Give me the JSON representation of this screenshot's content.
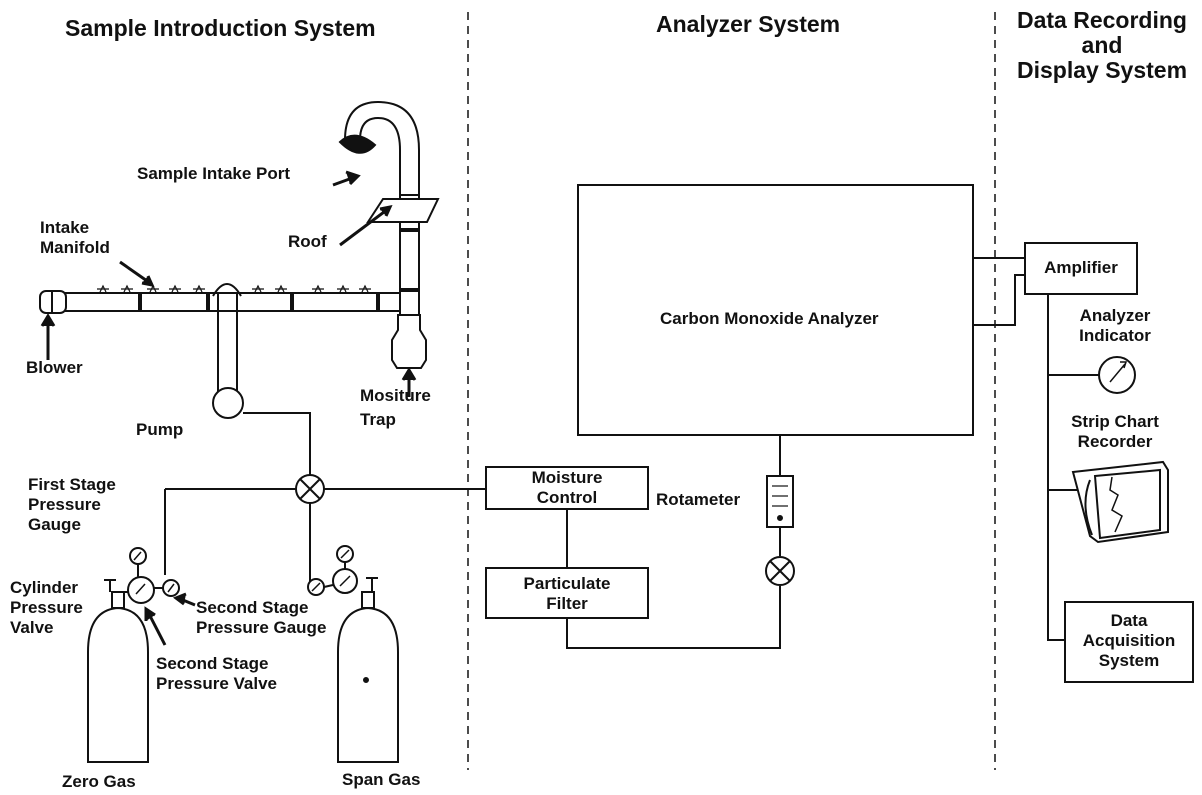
{
  "headers": {
    "sample_intro": "Sample Introduction System",
    "analyzer": "Analyzer System",
    "data_rec_1": "Data Recording",
    "data_rec_2": "and",
    "data_rec_3": "Display System"
  },
  "labels": {
    "sample_intake_port": "Sample Intake Port",
    "intake_1": "Intake",
    "intake_2": "Manifold",
    "roof": "Roof",
    "blower": "Blower",
    "moisture_trap_1": "Mositure",
    "moisture_trap_2": "Trap",
    "pump": "Pump",
    "first_stage_1": "First Stage",
    "first_stage_2": "Pressure",
    "first_stage_3": "Gauge",
    "cylinder_1": "Cylinder",
    "cylinder_2": "Pressure",
    "cylinder_3": "Valve",
    "second_gauge_1": "Second Stage",
    "second_gauge_2": "Pressure Gauge",
    "second_valve_1": "Second Stage",
    "second_valve_2": "Pressure Valve",
    "zero_gas": "Zero Gas",
    "span_gas": "Span Gas",
    "moisture_control_1": "Moisture",
    "moisture_control_2": "Control",
    "particulate_1": "Particulate",
    "particulate_2": "Filter",
    "rotameter": "Rotameter",
    "co_analyzer": "Carbon Monoxide Analyzer",
    "amplifier": "Amplifier",
    "analyzer_ind_1": "Analyzer",
    "analyzer_ind_2": "Indicator",
    "strip_chart_1": "Strip Chart",
    "strip_chart_2": "Recorder",
    "daq_1": "Data",
    "daq_2": "Acquisition",
    "daq_3": "System"
  }
}
